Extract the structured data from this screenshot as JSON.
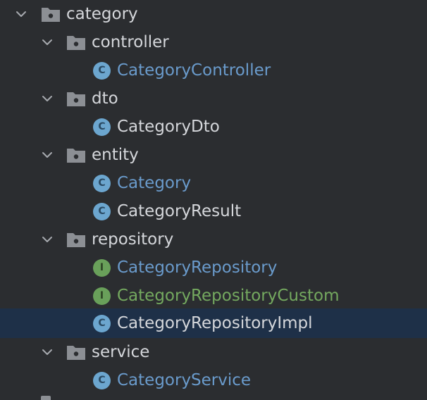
{
  "tree": {
    "category": {
      "label": "category",
      "icon": "folder-package-icon",
      "expanded": true
    },
    "controller": {
      "label": "controller",
      "icon": "folder-package-icon",
      "expanded": true
    },
    "category_controller": {
      "label": "CategoryController",
      "badge": "C",
      "kind": "class",
      "status_color": "#6a9bcc"
    },
    "dto": {
      "label": "dto",
      "icon": "folder-package-icon",
      "expanded": true
    },
    "category_dto": {
      "label": "CategoryDto",
      "badge": "C",
      "kind": "class",
      "status_color": "#d5d7db"
    },
    "entity": {
      "label": "entity",
      "icon": "folder-package-icon",
      "expanded": true
    },
    "category_entity": {
      "label": "Category",
      "badge": "C",
      "kind": "class",
      "status_color": "#6a9bcc"
    },
    "category_result": {
      "label": "CategoryResult",
      "badge": "C",
      "kind": "class",
      "status_color": "#d5d7db"
    },
    "repository": {
      "label": "repository",
      "icon": "folder-package-icon",
      "expanded": true
    },
    "category_repository": {
      "label": "CategoryRepository",
      "badge": "I",
      "kind": "interface",
      "status_color": "#6a9bcc"
    },
    "category_repository_custom": {
      "label": "CategoryRepositoryCustom",
      "badge": "I",
      "kind": "interface",
      "status_color": "#74a95f"
    },
    "category_repository_impl": {
      "label": "CategoryRepositoryImpl",
      "badge": "C",
      "kind": "class",
      "status_color": "#d5d7db",
      "selected": true
    },
    "service": {
      "label": "service",
      "icon": "folder-package-icon",
      "expanded": true
    },
    "category_service": {
      "label": "CategoryService",
      "badge": "C",
      "kind": "class",
      "status_color": "#6a9bcc"
    }
  },
  "colors": {
    "background": "#2b2d30",
    "selection": "#1e3048",
    "modified": "#6a9bcc",
    "added": "#74a95f",
    "unchanged": "#d5d7db"
  }
}
